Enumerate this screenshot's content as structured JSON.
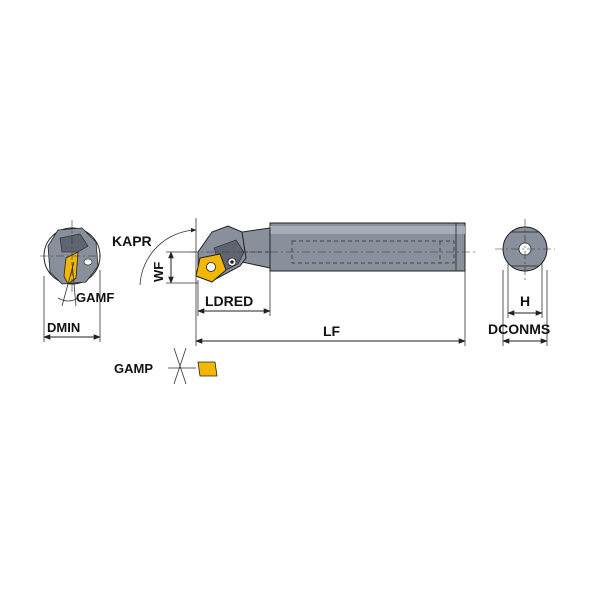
{
  "labels": {
    "kapr": "KAPR",
    "wf": "WF",
    "ldred": "LDRED",
    "lf": "LF",
    "gamf": "GAMF",
    "dmin": "DMIN",
    "gamp": "GAMP",
    "h": "H",
    "dconms": "DCONMS"
  },
  "colors": {
    "body": "#8a8f9c",
    "body_light": "#a9adb8",
    "body_dark": "#5f6470",
    "insert": "#f2b705",
    "insert_dark": "#c88f00",
    "background": "#ffffff"
  }
}
